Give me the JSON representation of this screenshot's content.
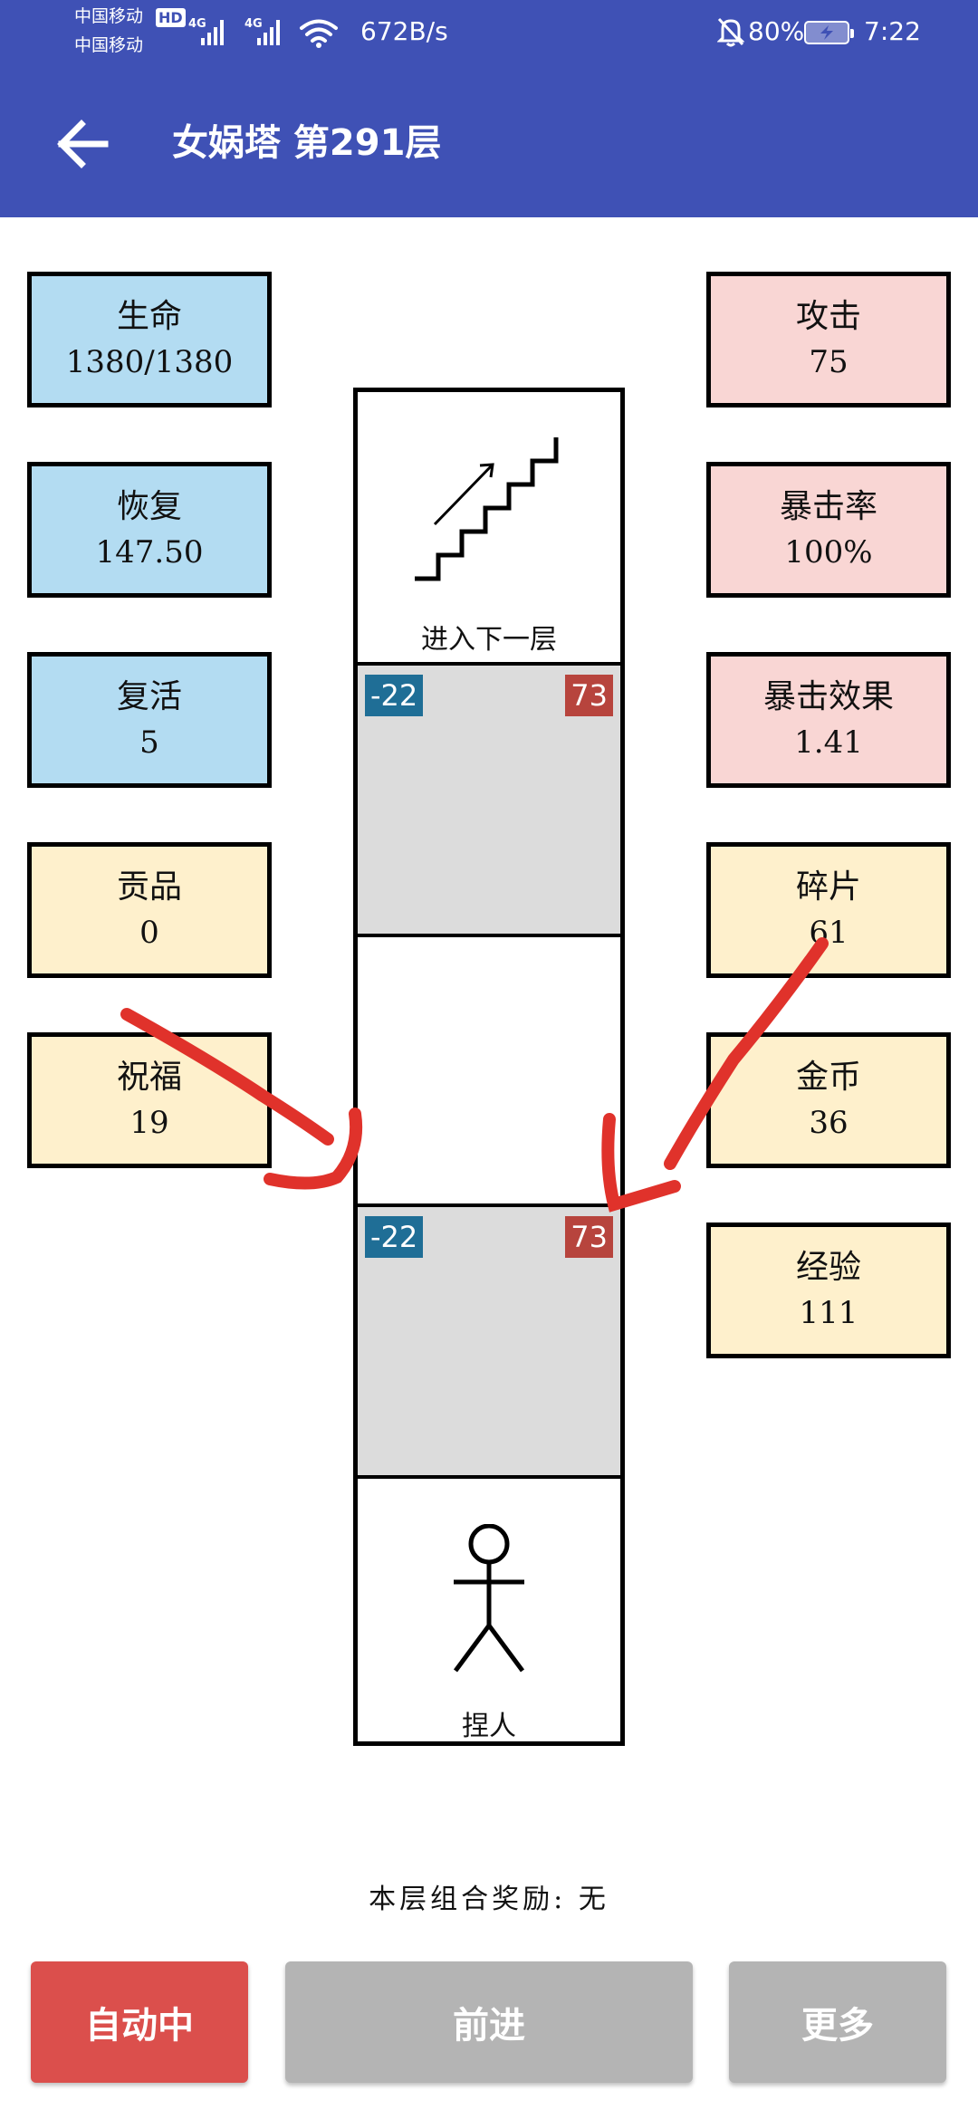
{
  "status_bar": {
    "carrier_1": "中国移动",
    "carrier_2": "中国移动",
    "hd": "HD",
    "net_1": "4G",
    "net_2": "4G",
    "speed": "672B/s",
    "battery": "80%",
    "time": "7:22",
    "icons": [
      "signal-icon",
      "wifi-icon",
      "bell-muted-icon",
      "battery-charging-icon"
    ]
  },
  "app_bar": {
    "title": "女娲塔 第291层",
    "back_icon": "arrow-left-icon",
    "color": "#3f51b5"
  },
  "stats_left": [
    {
      "label": "生命",
      "value": "1380/1380",
      "color": "#b3dcf2"
    },
    {
      "label": "恢复",
      "value": "147.50",
      "color": "#b3dcf2"
    },
    {
      "label": "复活",
      "value": "5",
      "color": "#b3dcf2"
    },
    {
      "label": "贡品",
      "value": "0",
      "color": "#fef0cc"
    },
    {
      "label": "祝福",
      "value": "19",
      "color": "#fef0cc"
    }
  ],
  "stats_right": [
    {
      "label": "攻击",
      "value": "75",
      "color": "#f9d6d4"
    },
    {
      "label": "暴击率",
      "value": "100%",
      "color": "#f9d6d4"
    },
    {
      "label": "暴击效果",
      "value": "1.41",
      "color": "#f9d6d4"
    },
    {
      "label": "碎片",
      "value": "61",
      "color": "#fef0cc"
    },
    {
      "label": "金币",
      "value": "36",
      "color": "#fef0cc"
    },
    {
      "label": "经验",
      "value": "111",
      "color": "#fef0cc"
    }
  ],
  "tower": {
    "next_floor_label": "进入下一层",
    "next_floor_icon": "stairs-icon",
    "enemy_1": {
      "left_badge": "-22",
      "right_badge": "73"
    },
    "enemy_2": {
      "left_badge": "-22",
      "right_badge": "73"
    },
    "player_label": "捏人",
    "player_icon": "stick-figure-icon"
  },
  "combo_reward": "本层组合奖励: 无",
  "buttons": {
    "auto": "自动中",
    "forward": "前进",
    "more": "更多"
  },
  "colors": {
    "auto_button": "#db4f4c",
    "disabled_button": "#b4b4b4",
    "negative_badge": "#1f6e96",
    "positive_badge": "#b7443d",
    "annotation_ink": "#e0322b"
  }
}
